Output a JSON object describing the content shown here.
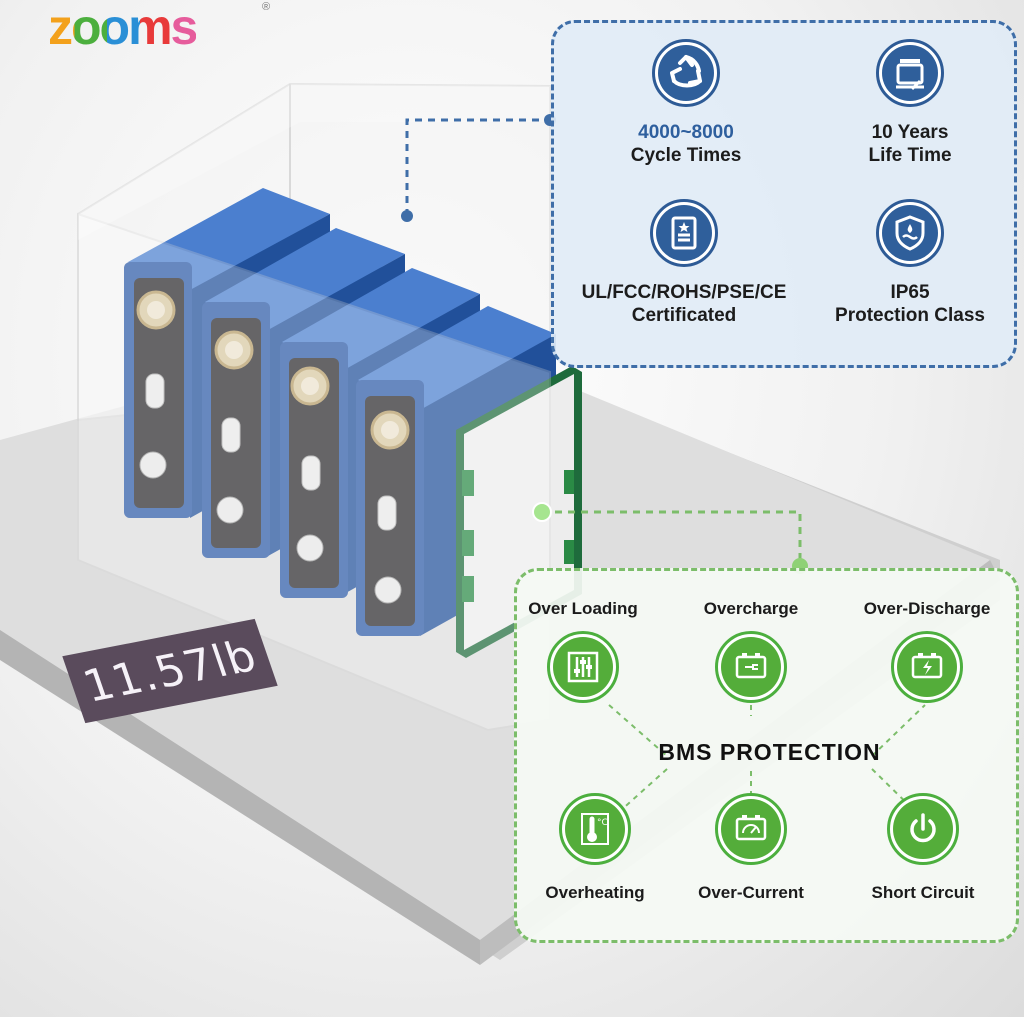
{
  "brand": {
    "name": "zooms",
    "registered_mark": "®"
  },
  "scale": {
    "weight_display": "11.57lb"
  },
  "features": [
    {
      "icon": "recycle-icon",
      "line1": "4000~8000",
      "line2": "Cycle Times"
    },
    {
      "icon": "battery-life-icon",
      "line1": "10 Years",
      "line2": "Life Time"
    },
    {
      "icon": "certificate-icon",
      "line1": "UL/FCC/ROHS/PSE/CE",
      "line2": "Certificated"
    },
    {
      "icon": "waterproof-shield-icon",
      "line1": "IP65",
      "line2": "Protection Class"
    }
  ],
  "bms": {
    "title": "BMS PROTECTION",
    "items": [
      {
        "icon": "sliders-icon",
        "label": "Over Loading"
      },
      {
        "icon": "battery-plug-icon",
        "label": "Overcharge"
      },
      {
        "icon": "battery-discharge-icon",
        "label": "Over-Discharge"
      },
      {
        "icon": "thermometer-icon",
        "label": "Overheating"
      },
      {
        "icon": "battery-gauge-icon",
        "label": "Over-Current"
      },
      {
        "icon": "power-icon",
        "label": "Short Circuit"
      }
    ]
  },
  "colors": {
    "brand_blue": "#2e5f9e",
    "protection_green": "#54ad3a",
    "cell_blue": "#2f5ea8",
    "display_bg": "#5a4b5c"
  }
}
